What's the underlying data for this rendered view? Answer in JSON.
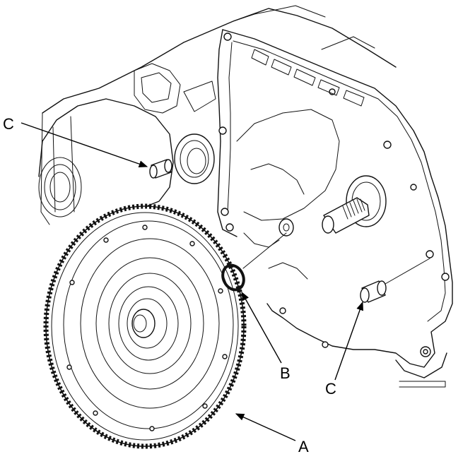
{
  "diagram": {
    "colors": {
      "line": "#111111",
      "background": "#ffffff"
    },
    "callouts": [
      {
        "id": "C",
        "label": "C",
        "part": "dowel-pin"
      },
      {
        "id": "B",
        "label": "B",
        "part": "o-ring"
      },
      {
        "id": "C2",
        "label": "C",
        "part": "dowel-pin"
      },
      {
        "id": "A",
        "label": "A",
        "part": "drive-plate"
      }
    ]
  }
}
